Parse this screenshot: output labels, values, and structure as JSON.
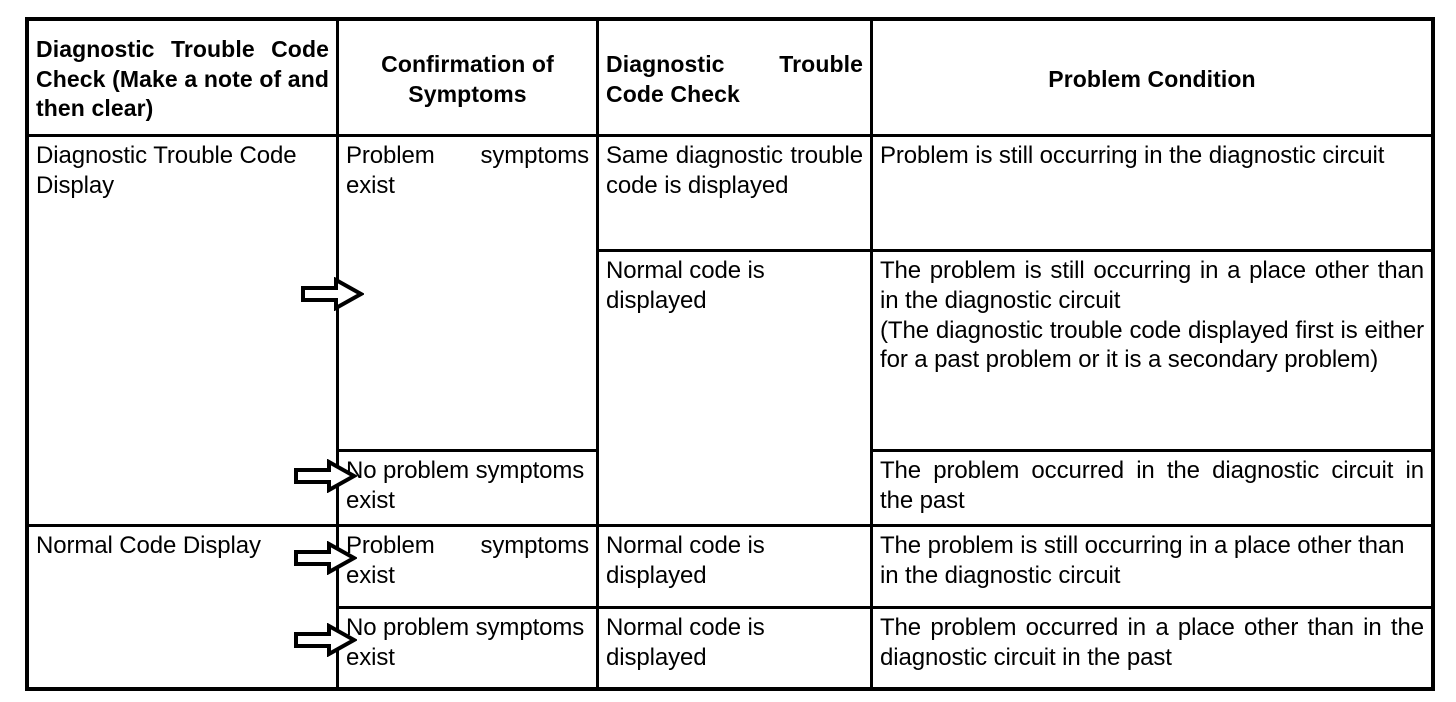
{
  "table": {
    "headers": [
      "Diagnostic Trouble Code Check (Make a note of and then clear)",
      "Confirmation of Symptoms",
      "Diagnostic Trouble Code Check",
      "Problem Condition"
    ],
    "col1": {
      "cell1": "Diagnostic Trouble Code Display",
      "cell2": "Normal Code Display"
    },
    "col2": {
      "cell1": "Problem symptoms exist",
      "cell2": "No problem symptoms exist",
      "cell3": "Problem symptoms exist",
      "cell4": "No problem symptoms exist"
    },
    "col3": {
      "cell1": "Same diagnostic trouble code is displayed",
      "cell2": "Normal code is displayed",
      "cell3": "Normal code is displayed",
      "cell4": "Normal code is displayed"
    },
    "col4": {
      "cell1": "Problem is still occurring in the diagnostic circuit",
      "cell2_line1": "The problem is still occurring in a place other than in the diagnostic circuit",
      "cell2_line2": "(The diagnostic trouble code displayed first is either for a past problem or it is a secondary problem)",
      "cell3": "The problem occurred in the diagnostic circuit in the past",
      "cell4": "The problem is still occurring in a place other than in the diagnostic circuit",
      "cell5": "The problem occurred in a place other than in the diagnostic circuit in the past"
    },
    "arrows": {
      "icon": "right-arrow-outline",
      "count": 4
    },
    "colors": {
      "ink": "#000000",
      "paper": "#ffffff"
    }
  }
}
